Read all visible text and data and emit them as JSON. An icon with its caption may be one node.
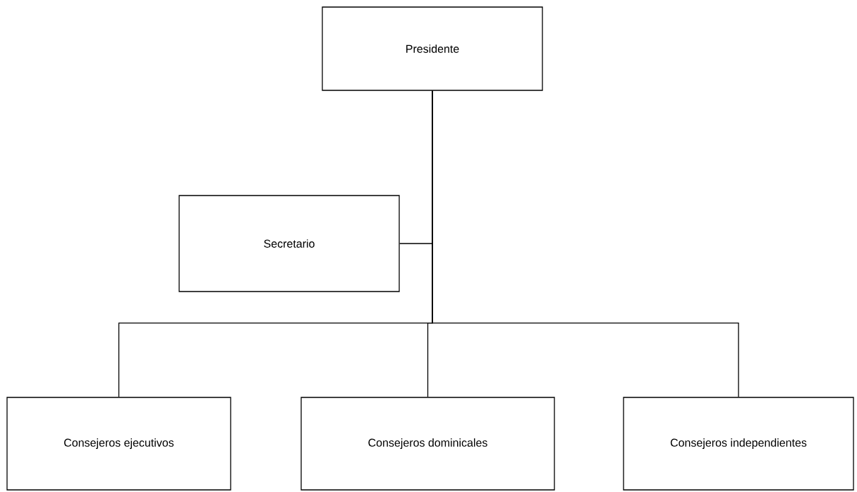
{
  "diagram": {
    "nodes": [
      {
        "text": [
          "Presidente"
        ]
      },
      {
        "text": [
          "Secretario"
        ]
      },
      {
        "text": [
          "Consejeros ejecutivos"
        ]
      },
      {
        "text": [
          "Consejeros dominicales"
        ]
      },
      {
        "text": [
          "Consejeros independientes"
        ]
      }
    ],
    "edges": [
      {
        "from": 0,
        "to": 1,
        "arrow": "none"
      },
      {
        "from": 0,
        "to": 2,
        "arrow": "none"
      },
      {
        "from": 0,
        "to": 3,
        "arrow": "none"
      },
      {
        "from": 0,
        "to": 4,
        "arrow": "none"
      }
    ]
  }
}
